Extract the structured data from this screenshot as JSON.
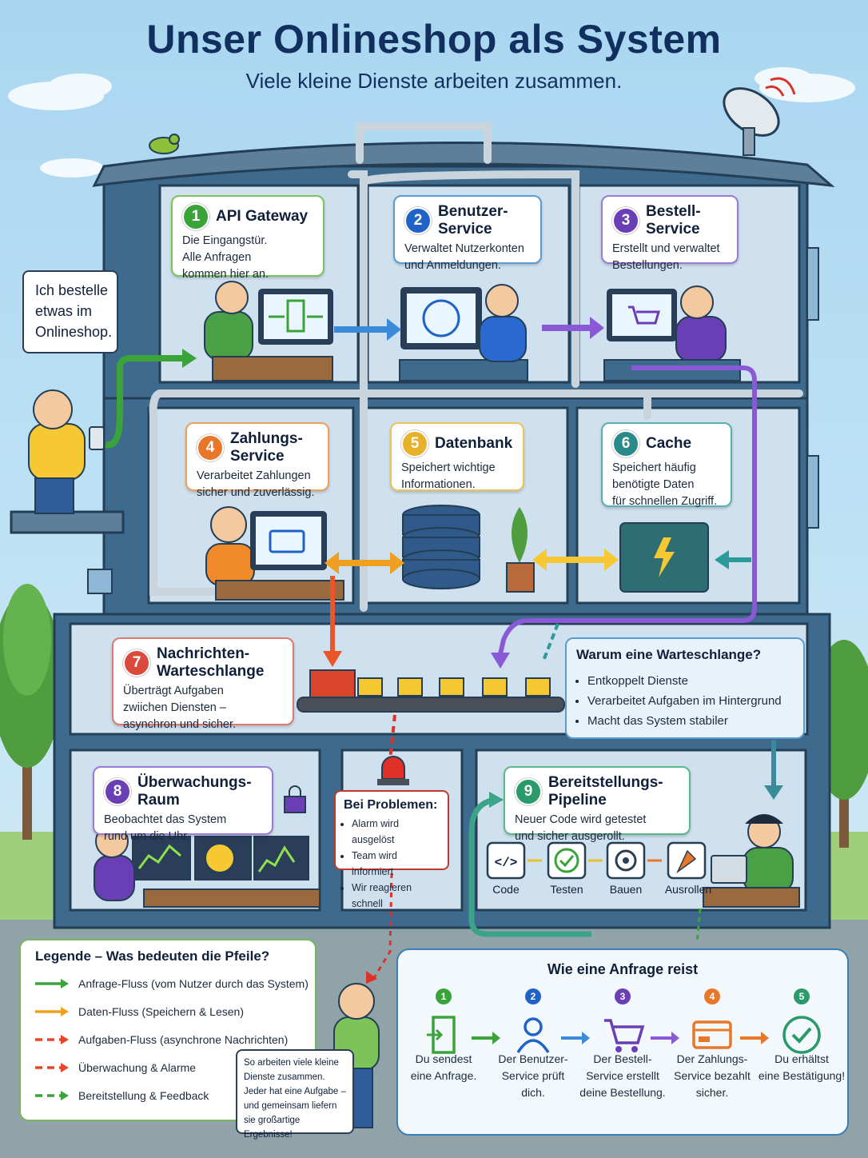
{
  "header": {
    "title": "Unser Onlineshop als System",
    "subtitle": "Viele kleine Dienste arbeiten zusammen."
  },
  "customer_speech": [
    "Ich bestelle",
    "etwas im",
    "Onlineshop."
  ],
  "services": [
    {
      "num": "1",
      "title": "API Gateway",
      "desc": [
        "Die Eingangstür.",
        "Alle Anfragen",
        "kommen hier an."
      ],
      "color": "#3aa33a",
      "border": "#7cc35a"
    },
    {
      "num": "2",
      "title": "Benutzer-Service",
      "desc": [
        "Verwaltet Nutzerkonten",
        "und Anmeldungen."
      ],
      "color": "#1f63c9",
      "border": "#5a9bd0"
    },
    {
      "num": "3",
      "title": "Bestell-Service",
      "desc": [
        "Erstellt und verwaltet",
        "Bestellungen."
      ],
      "color": "#6a3fb5",
      "border": "#9b7ad6"
    },
    {
      "num": "4",
      "title": "Zahlungs-Service",
      "desc": [
        "Verarbeitet Zahlungen",
        "sicher und zuverlässig."
      ],
      "color": "#e8772a",
      "border": "#eea05a"
    },
    {
      "num": "5",
      "title": "Datenbank",
      "desc": [
        "Speichert wichtige",
        "Informationen."
      ],
      "color": "#e8b12a",
      "border": "#e8c45a"
    },
    {
      "num": "6",
      "title": "Cache",
      "desc": [
        "Speichert häufig",
        "benötigte Daten",
        "für schnellen Zugriff."
      ],
      "color": "#2a8a8a",
      "border": "#5ab0b0"
    },
    {
      "num": "7",
      "title": "Nachrichten-Warteschlange",
      "desc": [
        "Überträgt Aufgaben",
        "zwiichen Diensten –",
        "asynchron und sicher."
      ],
      "color": "#d94a3d",
      "border": "#e07a6e"
    },
    {
      "num": "8",
      "title": "Überwachungs-Raum",
      "desc": [
        "Beobachtet das System",
        "rund um die Uhr."
      ],
      "color": "#6a3fb5",
      "border": "#9b7ad6"
    },
    {
      "num": "9",
      "title": "Bereitstellungs-Pipeline",
      "desc": [
        "Neuer Code wird getestet",
        "und sicher ausgerollt."
      ],
      "color": "#2a9a6a",
      "border": "#5ab88a"
    }
  ],
  "queue_info": {
    "title": "Warum eine Warteschlange?",
    "items": [
      "Entkoppelt Dienste",
      "Verarbeitet Aufgaben im Hintergrund",
      "Macht das System stabiler"
    ]
  },
  "problems": {
    "title": "Bei Problemen:",
    "items": [
      "Alarm wird ausgelöst",
      "Team wird informiert",
      "Wir reagieren schnell"
    ]
  },
  "pipeline_steps": [
    "Code",
    "Testen",
    "Bauen",
    "Ausrollen"
  ],
  "legend": {
    "title": "Legende – Was bedeuten die Pfeile?",
    "items": [
      {
        "label": "Anfrage-Fluss (vom Nutzer durch das System)",
        "color": "#3aa33a",
        "style": "solid"
      },
      {
        "label": "Daten-Fluss (Speichern & Lesen)",
        "color": "#f0a020",
        "style": "solid"
      },
      {
        "label": "Aufgaben-Fluss (asynchrone Nachrichten)",
        "color": "#e8452a",
        "style": "dashed"
      },
      {
        "label": "Überwachung & Alarme",
        "color": "#e8452a",
        "style": "dashed"
      },
      {
        "label": "Bereitstellung & Feedback",
        "color": "#3aa33a",
        "style": "dashed"
      }
    ]
  },
  "guide_quote": [
    "So arbeiten viele kleine",
    "Dienste zusammen.",
    "Jeder hat eine Aufgabe –",
    "und gemeinsam liefern",
    "sie großartige Ergebnisse!"
  ],
  "journey": {
    "title": "Wie eine Anfrage reist",
    "steps": [
      {
        "num": "1",
        "label": [
          "Du sendest",
          "eine Anfrage."
        ],
        "color": "#3aa33a",
        "icon": "door-icon"
      },
      {
        "num": "2",
        "label": [
          "Der Benutzer-",
          "Service prüft",
          "dich."
        ],
        "color": "#1f63c9",
        "icon": "user-icon"
      },
      {
        "num": "3",
        "label": [
          "Der Bestell-",
          "Service erstellt",
          "deine Bestellung."
        ],
        "color": "#6a3fb5",
        "icon": "cart-icon"
      },
      {
        "num": "4",
        "label": [
          "Der Zahlungs-",
          "Service bezahlt",
          "sicher."
        ],
        "color": "#e8772a",
        "icon": "card-icon"
      },
      {
        "num": "5",
        "label": [
          "Du erhältst",
          "eine Bestätigung!"
        ],
        "color": "#2a9a6a",
        "icon": "check-icon"
      }
    ]
  }
}
